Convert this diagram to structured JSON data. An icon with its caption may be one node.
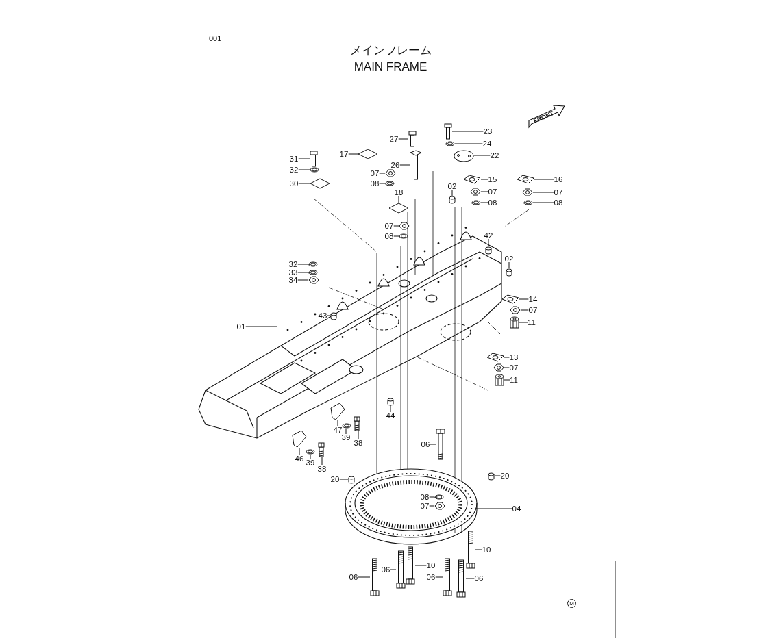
{
  "diagram": {
    "title": "メインフレーム MAIN FRAME",
    "nodes": [
      {
        "text": [
          "31"
        ]
      },
      {
        "text": [
          "32"
        ]
      },
      {
        "text": [
          "30"
        ]
      },
      {
        "text": [
          "17"
        ]
      },
      {
        "text": [
          "07"
        ]
      },
      {
        "text": [
          "08"
        ]
      },
      {
        "text": [
          "27"
        ]
      },
      {
        "text": [
          "26"
        ]
      },
      {
        "text": [
          "23"
        ]
      },
      {
        "text": [
          "24"
        ]
      },
      {
        "text": [
          "22"
        ]
      },
      {
        "text": [
          "15"
        ]
      },
      {
        "text": [
          "16"
        ]
      },
      {
        "text": [
          "07"
        ]
      },
      {
        "text": [
          "07"
        ]
      },
      {
        "text": [
          "08"
        ]
      },
      {
        "text": [
          "08"
        ]
      },
      {
        "text": [
          "02"
        ]
      },
      {
        "text": [
          "18"
        ]
      },
      {
        "text": [
          "07"
        ]
      },
      {
        "text": [
          "08"
        ]
      },
      {
        "text": [
          "42"
        ]
      },
      {
        "text": [
          "02"
        ]
      },
      {
        "text": [
          "32"
        ]
      },
      {
        "text": [
          "33"
        ]
      },
      {
        "text": [
          "34"
        ]
      },
      {
        "text": [
          "14"
        ]
      },
      {
        "text": [
          "07"
        ]
      },
      {
        "text": [
          "11"
        ]
      },
      {
        "text": [
          "43"
        ]
      },
      {
        "text": [
          "01"
        ]
      },
      {
        "text": [
          "13"
        ]
      },
      {
        "text": [
          "07"
        ]
      },
      {
        "text": [
          "11"
        ]
      },
      {
        "text": [
          "44"
        ]
      },
      {
        "text": [
          "47"
        ]
      },
      {
        "text": [
          "39"
        ]
      },
      {
        "text": [
          "38"
        ]
      },
      {
        "text": [
          "46"
        ]
      },
      {
        "text": [
          "39"
        ]
      },
      {
        "text": [
          "38"
        ]
      },
      {
        "text": [
          "06"
        ]
      },
      {
        "text": [
          "20"
        ]
      },
      {
        "text": [
          "20"
        ]
      },
      {
        "text": [
          "08"
        ]
      },
      {
        "text": [
          "07"
        ]
      },
      {
        "text": [
          "04"
        ]
      },
      {
        "text": [
          "10"
        ]
      },
      {
        "text": [
          "06"
        ]
      },
      {
        "text": [
          "06"
        ]
      },
      {
        "text": [
          "10"
        ]
      },
      {
        "text": [
          "06"
        ]
      },
      {
        "text": [
          "06"
        ]
      },
      {
        "text": [],
        "shape": "picture"
      },
      {
        "text": [],
        "shape": "picture"
      },
      {
        "text": [],
        "shape": "picture"
      },
      {
        "text": [],
        "shape": "picture"
      },
      {
        "text": [],
        "shape": "picture"
      },
      {
        "text": [],
        "shape": "picture"
      },
      {
        "text": [],
        "shape": "picture"
      },
      {
        "text": [],
        "shape": "picture"
      },
      {
        "text": [],
        "shape": "picture"
      },
      {
        "text": [],
        "shape": "picture"
      },
      {
        "text": [],
        "shape": "picture"
      },
      {
        "text": [],
        "shape": "picture"
      },
      {
        "text": [],
        "shape": "picture"
      },
      {
        "text": [],
        "shape": "picture"
      },
      {
        "text": [],
        "shape": "picture"
      },
      {
        "text": [],
        "shape": "picture"
      },
      {
        "text": [],
        "shape": "picture"
      },
      {
        "text": [],
        "shape": "picture"
      },
      {
        "text": [],
        "shape": "picture"
      },
      {
        "text": [],
        "shape": "picture"
      },
      {
        "text": [],
        "shape": "picture"
      },
      {
        "text": [],
        "shape": "picture"
      },
      {
        "text": [],
        "shape": "picture"
      },
      {
        "text": [],
        "shape": "picture"
      },
      {
        "text": [],
        "shape": "picture"
      },
      {
        "text": [],
        "shape": "picture"
      },
      {
        "text": [],
        "shape": "picture"
      },
      {
        "text": [],
        "shape": "picture"
      },
      {
        "text": [],
        "shape": "picture"
      },
      {
        "text": [],
        "shape": "picture"
      },
      {
        "text": [],
        "shape": "picture"
      },
      {
        "text": [],
        "shape": "picture"
      },
      {
        "text": [],
        "shape": "picture"
      },
      {
        "text": [],
        "shape": "picture"
      },
      {
        "text": [],
        "shape": "picture"
      },
      {
        "text": [],
        "shape": "picture"
      },
      {
        "text": [],
        "shape": "picture"
      },
      {
        "text": [],
        "shape": "picture"
      },
      {
        "text": [],
        "shape": "picture"
      },
      {
        "text": [],
        "shape": "picture"
      },
      {
        "text": [],
        "shape": "picture"
      },
      {
        "text": [],
        "shape": "picture"
      },
      {
        "text": [],
        "shape": "picture"
      },
      {
        "text": [],
        "shape": "picture"
      },
      {
        "text": [],
        "shape": "picture"
      },
      {
        "text": [],
        "shape": "picture"
      },
      {
        "text": [],
        "shape": "picture"
      },
      {
        "text": [],
        "shape": "picture"
      },
      {
        "text": [],
        "shape": "picture"
      },
      {
        "text": [],
        "shape": "picture"
      },
      {
        "text": [],
        "shape": "picture"
      }
    ],
    "edges": [
      {
        "from": 0,
        "to": 53,
        "arrow": "none"
      },
      {
        "from": 1,
        "to": 54,
        "arrow": "none"
      },
      {
        "from": 2,
        "to": 55,
        "arrow": "none"
      },
      {
        "from": 3,
        "to": 56,
        "arrow": "none"
      },
      {
        "from": 4,
        "to": 57,
        "arrow": "none"
      },
      {
        "from": 5,
        "to": 58,
        "arrow": "none"
      },
      {
        "from": 6,
        "to": 59,
        "arrow": "none"
      },
      {
        "from": 7,
        "to": 60,
        "arrow": "none"
      },
      {
        "from": 8,
        "to": 61,
        "arrow": "none"
      },
      {
        "from": 9,
        "to": 62,
        "arrow": "none"
      },
      {
        "from": 10,
        "to": 63,
        "arrow": "none"
      },
      {
        "from": 11,
        "to": 64,
        "arrow": "none"
      },
      {
        "from": 12,
        "to": 65,
        "arrow": "none"
      },
      {
        "from": 13,
        "to": 66,
        "arrow": "none"
      },
      {
        "from": 14,
        "to": 67,
        "arrow": "none"
      },
      {
        "from": 15,
        "to": 68,
        "arrow": "none"
      },
      {
        "from": 16,
        "to": 69,
        "arrow": "none"
      },
      {
        "from": 17,
        "to": 70,
        "arrow": "none"
      },
      {
        "from": 18,
        "to": 71,
        "arrow": "none"
      },
      {
        "from": 19,
        "to": 72,
        "arrow": "none"
      },
      {
        "from": 20,
        "to": 73,
        "arrow": "none"
      },
      {
        "from": 21,
        "to": 74,
        "arrow": "none"
      },
      {
        "from": 22,
        "to": 75,
        "arrow": "none"
      },
      {
        "from": 23,
        "to": 76,
        "arrow": "none"
      },
      {
        "from": 24,
        "to": 77,
        "arrow": "none"
      },
      {
        "from": 25,
        "to": 78,
        "arrow": "none"
      },
      {
        "from": 26,
        "to": 79,
        "arrow": "none"
      },
      {
        "from": 27,
        "to": 80,
        "arrow": "none"
      },
      {
        "from": 28,
        "to": 81,
        "arrow": "none"
      },
      {
        "from": 29,
        "to": 82,
        "arrow": "none"
      },
      {
        "from": 30,
        "to": null,
        "arrow": "none"
      },
      {
        "from": 31,
        "to": 83,
        "arrow": "none"
      },
      {
        "from": 32,
        "to": 84,
        "arrow": "none"
      },
      {
        "from": 33,
        "to": 85,
        "arrow": "none"
      },
      {
        "from": 34,
        "to": 86,
        "arrow": "none"
      },
      {
        "from": 35,
        "to": 87,
        "arrow": "none"
      },
      {
        "from": 36,
        "to": 88,
        "arrow": "none"
      },
      {
        "from": 37,
        "to": 89,
        "arrow": "none"
      },
      {
        "from": 38,
        "to": 90,
        "arrow": "none"
      },
      {
        "from": 39,
        "to": 91,
        "arrow": "none"
      },
      {
        "from": 40,
        "to": 92,
        "arrow": "none"
      },
      {
        "from": 41,
        "to": 93,
        "arrow": "none"
      },
      {
        "from": 42,
        "to": 94,
        "arrow": "none"
      },
      {
        "from": 43,
        "to": 95,
        "arrow": "none"
      },
      {
        "from": 44,
        "to": 96,
        "arrow": "none"
      },
      {
        "from": 45,
        "to": 97,
        "arrow": "none"
      },
      {
        "from": 46,
        "to": null,
        "arrow": "none"
      },
      {
        "from": 47,
        "to": 98,
        "arrow": "none"
      },
      {
        "from": 48,
        "to": 99,
        "arrow": "none"
      },
      {
        "from": 49,
        "to": 100,
        "arrow": "none"
      },
      {
        "from": 50,
        "to": 101,
        "arrow": "none"
      },
      {
        "from": 51,
        "to": 102,
        "arrow": "none"
      },
      {
        "from": 52,
        "to": 103,
        "arrow": "none"
      }
    ],
    "labels": [
      "001",
      "FRONT",
      "M"
    ]
  }
}
